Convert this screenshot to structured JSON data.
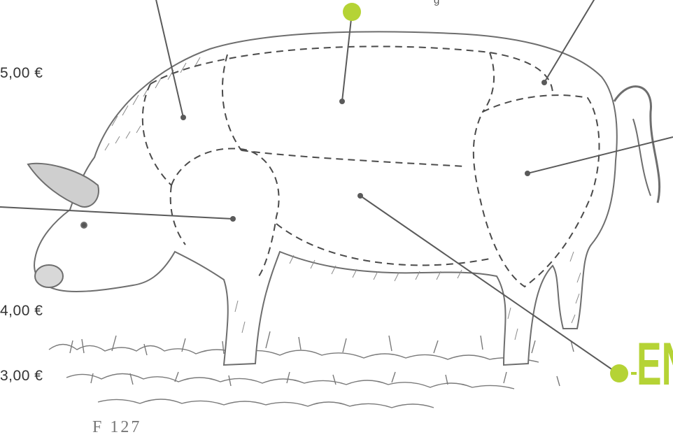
{
  "prices": {
    "top": "5,00 €",
    "middle": "4,00 €",
    "bottom": "3,00 €"
  },
  "top_text": "g",
  "headline_partial": "EN",
  "caption_partial": "F 127",
  "colors": {
    "accent": "#b5d335",
    "line": "#5a5a5a",
    "sketch": "#6e6e6e"
  }
}
